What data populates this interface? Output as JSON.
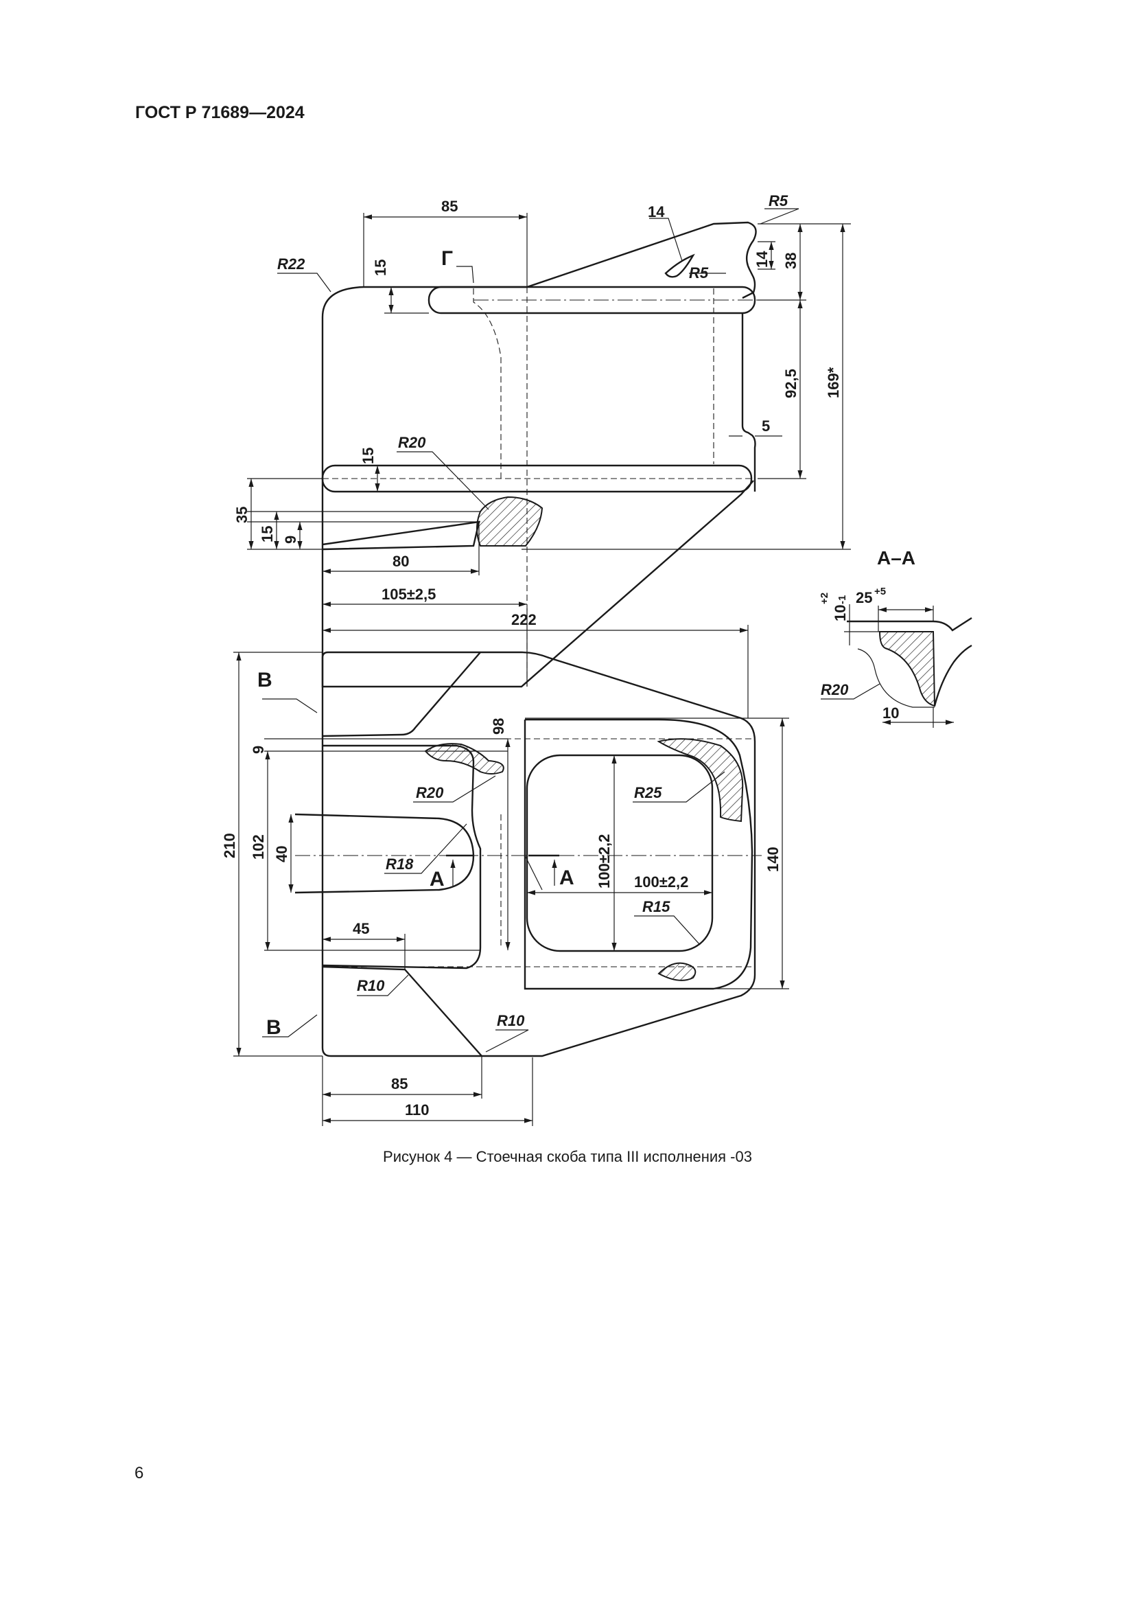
{
  "document": {
    "header": "ГОСТ Р 71689—2024",
    "caption": "Рисунок 4 — Стоечная скоба типа III исполнения -03",
    "page_number": "6"
  },
  "drawing": {
    "top_view": {
      "dims": {
        "d85_top": "85",
        "d14_top": "14",
        "r5_top": "R5",
        "r5_inner": "R5",
        "d14_right": "14",
        "d38": "38",
        "r22": "R22",
        "d15_upper": "15",
        "g_label": "Г",
        "d92_5": "92,5",
        "d169": "169*",
        "d5": "5",
        "d15_mid": "15",
        "r20_top": "R20",
        "d35": "35",
        "d15_left": "15",
        "d9_left": "9",
        "d80": "80",
        "d105": "105±2,5"
      }
    },
    "plan_view": {
      "dims": {
        "d222": "222",
        "b_top": "В",
        "b_bottom": "В",
        "d9": "9",
        "d98": "98",
        "d210": "210",
        "d102": "102",
        "d40": "40",
        "r20": "R20",
        "r18": "R18",
        "a_left": "А",
        "a_right": "А",
        "r25": "R25",
        "d100_v": "100±2,2",
        "d100_h": "100±2,2",
        "d140": "140",
        "r15": "R15",
        "d45": "45",
        "r10_left": "R10",
        "r10_bottom": "R10",
        "d85": "85",
        "d110": "110"
      }
    },
    "section_aa": {
      "title": "А–А",
      "dims": {
        "d10_base": "10",
        "d10_sup": "+2",
        "d10_sub": "-1",
        "d25_base": "25",
        "d25_sup": "+5",
        "r20": "R20",
        "d10_bottom": "10"
      }
    }
  }
}
